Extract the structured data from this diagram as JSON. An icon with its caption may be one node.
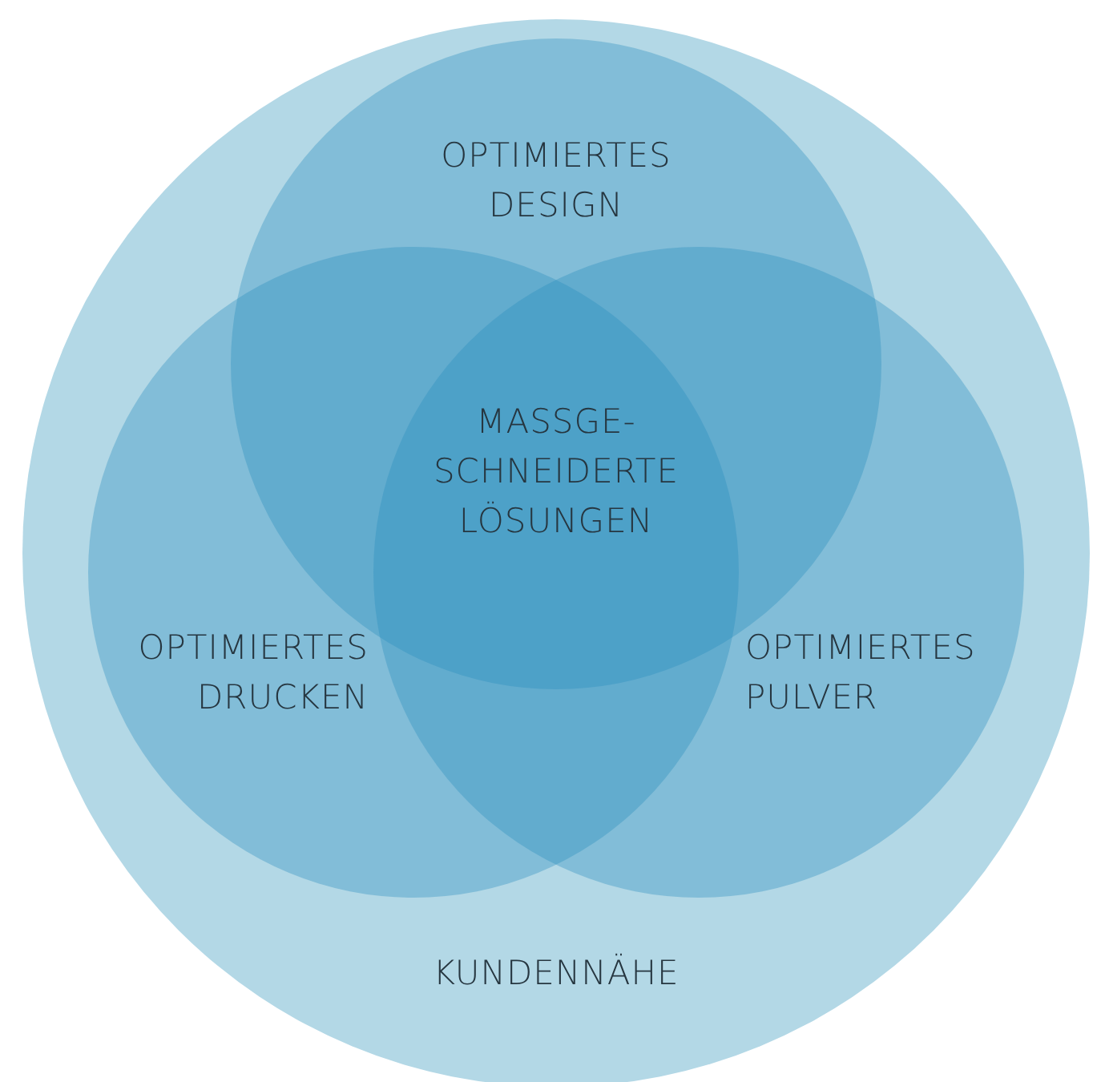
{
  "diagram": {
    "nodes": [
      {
        "text": [
          "KUNDENNÄHE"
        ]
      },
      {
        "text": [
          "OPTIMIERTES DESIGN"
        ],
        "in": 0
      },
      {
        "text": [
          "OPTIMIERTES DRUCKEN"
        ],
        "in": 0
      },
      {
        "text": [
          "OPTIMIERTES PULVER"
        ],
        "in": 0
      }
    ],
    "edges": [],
    "labels": [
      "MASSGE-SCHNEIDERTE LÖSUNGEN"
    ]
  }
}
